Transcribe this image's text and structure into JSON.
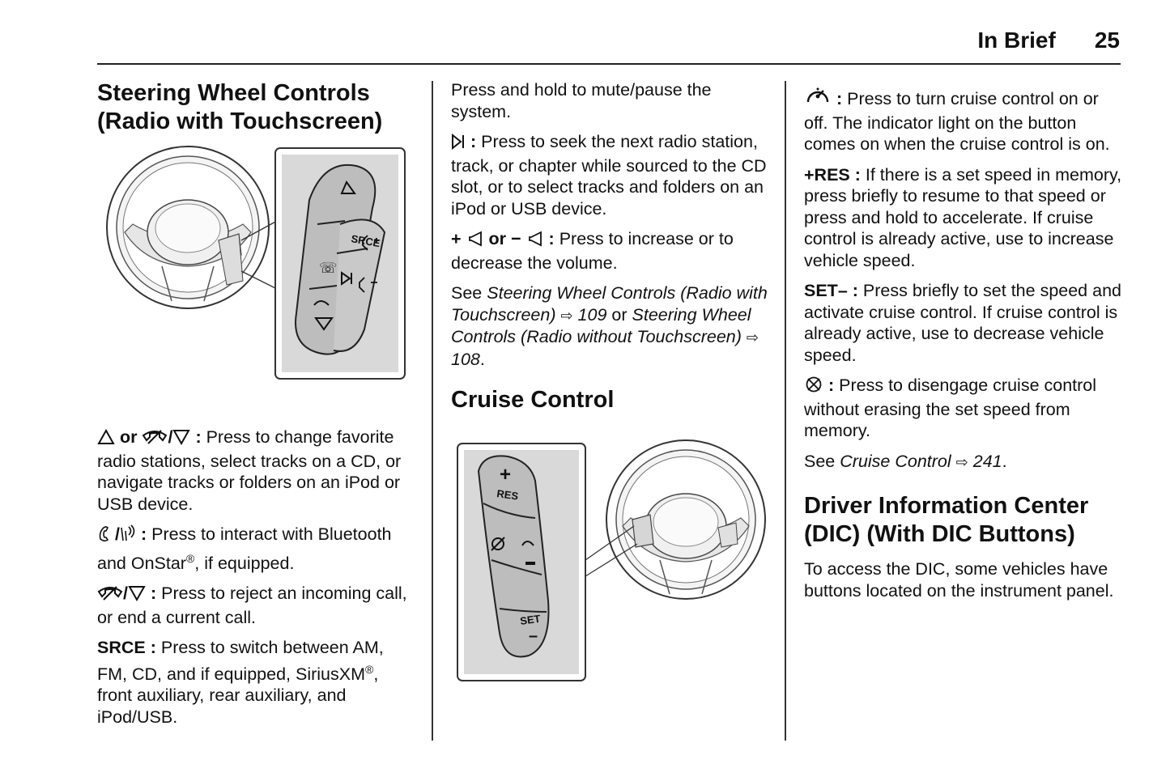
{
  "header": {
    "section": "In Brief",
    "page": "25"
  },
  "col1": {
    "heading_line1": "Steering Wheel Controls",
    "heading_line2": "(Radio with Touchscreen)",
    "figure": {
      "button_srce": "SRCE"
    },
    "items": [
      {
        "key_connector": "or",
        "key_sep": "/",
        "colon": ":",
        "text": "Press to change favorite radio stations, select tracks on a CD, or navigate tracks or folders on an iPod or USB device."
      },
      {
        "key_sep": "/",
        "colon": ":",
        "text_before": "Press to interact with Bluetooth and OnStar",
        "sup": "®",
        "text_after": ", if equipped."
      },
      {
        "key_sep": "/",
        "colon": ":",
        "text": "Press to reject an incoming call, or end a current call."
      },
      {
        "key": "SRCE :",
        "text_before": "Press to switch between AM, FM, CD, and if equipped, SiriusXM",
        "sup": "®",
        "text_after": ", front auxiliary, rear auxiliary, and iPod/USB."
      }
    ]
  },
  "col2": {
    "p_mute": "Press and hold to mute/pause the system.",
    "p_seek_colon": ":",
    "p_seek": "Press to seek the next radio station, track, or chapter while sourced to the CD slot, or to select tracks and folders on an iPod or USB device.",
    "p_vol_plus": "+",
    "p_vol_or": "or −",
    "p_vol_colon": ":",
    "p_vol": "Press to increase or to decrease the volume.",
    "see": {
      "see": "See",
      "ref1": "Steering Wheel Controls (Radio with Touchscreen)",
      "arrow1": "⇨",
      "page1": "109",
      "or": "or",
      "ref2": "Steering Wheel Controls (Radio without Touchscreen)",
      "arrow2": "⇨",
      "page2": "108",
      "end": "."
    },
    "cruise_heading": "Cruise Control",
    "figure": {
      "res": "RES",
      "set": "SET",
      "plus": "+",
      "minus": "–"
    }
  },
  "col3": {
    "p_onoff_colon": ":",
    "p_onoff": "Press to turn cruise control on or off. The indicator light on the button comes on when the cruise control is on.",
    "p_res_key": "+RES :",
    "p_res": "If there is a set speed in memory, press briefly to resume to that speed or press and hold to accelerate. If cruise control is already active, use to increase vehicle speed.",
    "p_set_key": "SET– :",
    "p_set": "Press briefly to set the speed and activate cruise control. If cruise control is already active, use to decrease vehicle speed.",
    "p_cancel_colon": ":",
    "p_cancel": "Press to disengage cruise control without erasing the set speed from memory.",
    "see": {
      "see": "See",
      "ref": "Cruise Control",
      "arrow": "⇨",
      "page": "241",
      "end": "."
    },
    "dic_heading_line1": "Driver Information Center",
    "dic_heading_line2": "(DIC) (With DIC Buttons)",
    "p_dic": "To access the DIC, some vehicles have buttons located on the instrument panel."
  }
}
